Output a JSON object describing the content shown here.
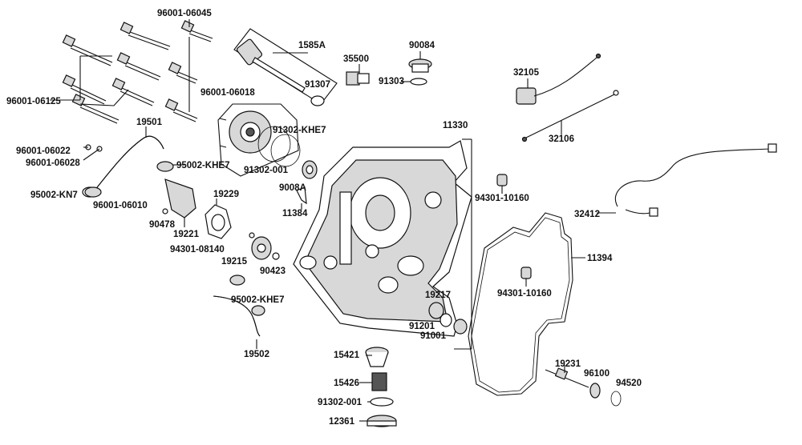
{
  "labels": {
    "l96001_06045": "96001-06045",
    "l1585A": "1585A",
    "l90084": "90084",
    "l35500": "35500",
    "l91307": "91307",
    "l91303": "91303",
    "l32105": "32105",
    "l32106": "32106",
    "l96001_06125": "96001-06125",
    "l96001_06018": "96001-06018",
    "l91302_KHE7": "91302-KHE7",
    "l91302_001_a": "91302-001",
    "l9008A": "9008A",
    "l11330": "11330",
    "l19501": "19501",
    "l96001_06022": "96001-06022",
    "l96001_06028": "96001-06028",
    "l95002_KHE7_a": "95002-KHE7",
    "l95002_KN7": "95002-KN7",
    "l96001_06010": "96001-06010",
    "l90478": "90478",
    "l19221": "19221",
    "l19229": "19229",
    "l11384": "11384",
    "l94301_10160_a": "94301-10160",
    "l32412": "32412",
    "l94301_08140": "94301-08140",
    "l19215": "19215",
    "l90423": "90423",
    "l11394": "11394",
    "l94301_10160_b": "94301-10160",
    "l95002_KHE7_b": "95002-KHE7",
    "l19217": "19217",
    "l91201": "91201",
    "l91001": "91001",
    "l19502": "19502",
    "l15421": "15421",
    "l15426": "15426",
    "l19231": "19231",
    "l96100": "96100",
    "l94520": "94520",
    "l91302_001_b": "91302-001",
    "l12361": "12361"
  }
}
